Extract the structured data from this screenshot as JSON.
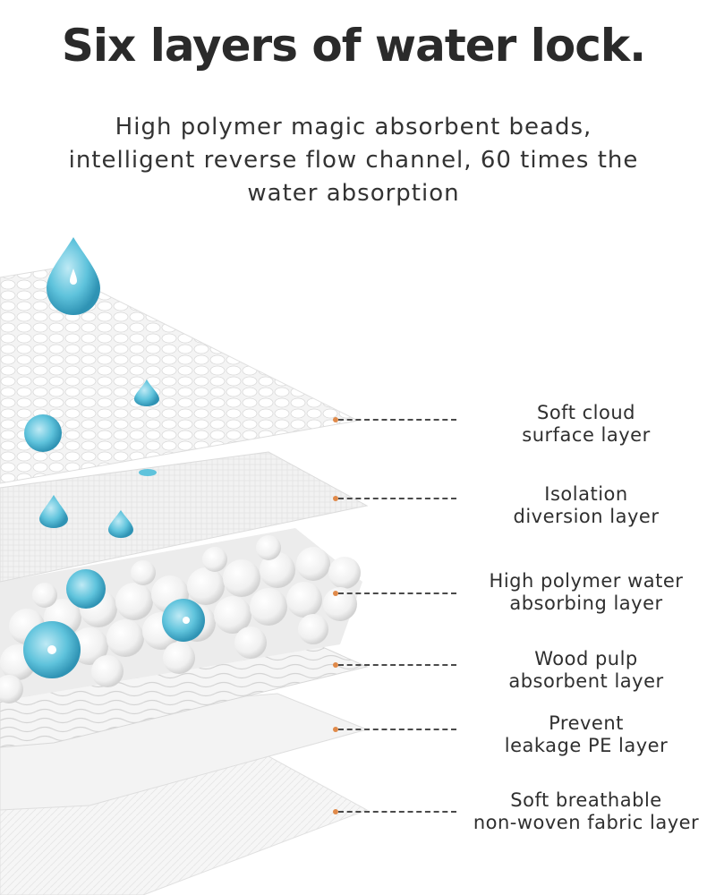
{
  "title": "Six layers of water lock.",
  "subtitle": {
    "line1": "High polymer magic absorbent beads,",
    "line2": "intelligent reverse flow channel, 60 times the",
    "line3": "water absorption"
  },
  "layers": [
    {
      "line1": "Soft cloud",
      "line2": "surface layer"
    },
    {
      "line1": "Isolation",
      "line2": "diversion layer"
    },
    {
      "line1": "High polymer water",
      "line2": "absorbing layer"
    },
    {
      "line1": "Wood pulp",
      "line2": "absorbent layer"
    },
    {
      "line1": "Prevent",
      "line2": "leakage PE layer"
    },
    {
      "line1": "Soft breathable",
      "line2": "non-woven fabric layer"
    }
  ],
  "colors": {
    "accent_dot": "#e08a4a",
    "water_drop": "#5fc3dc",
    "text": "#2f2f2f"
  },
  "icons": [
    "water-drop-icon",
    "water-bead-icon"
  ]
}
